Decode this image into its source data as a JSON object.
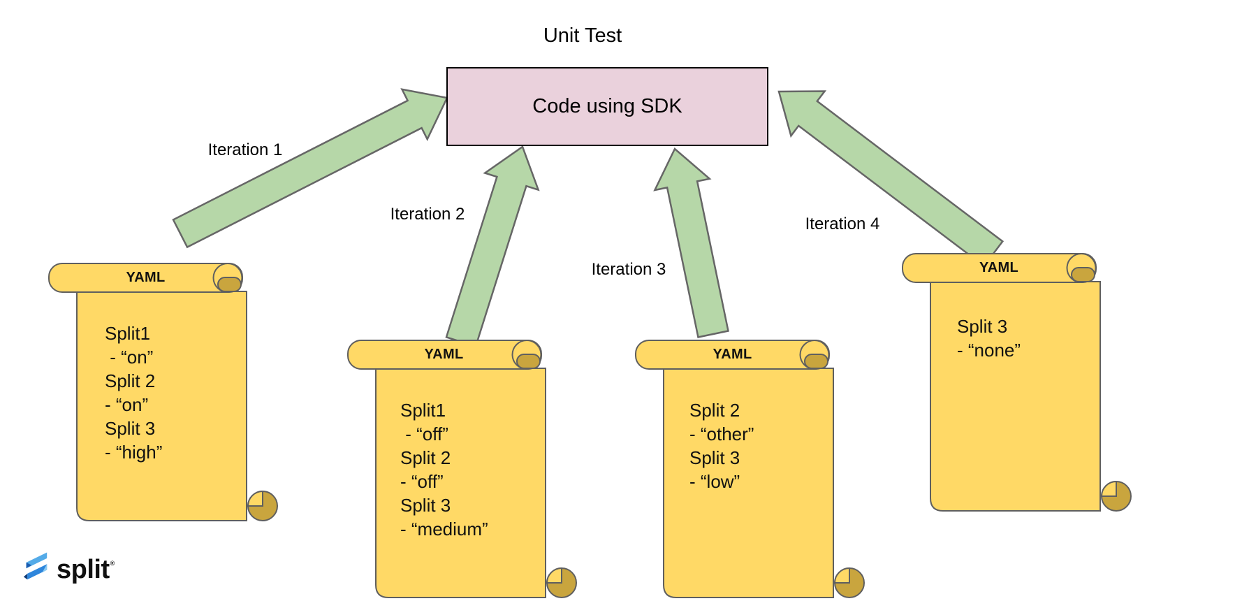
{
  "title": "Unit Test",
  "box": {
    "label": "Code using SDK"
  },
  "iterations": [
    {
      "label": "Iteration 1"
    },
    {
      "label": "Iteration 2"
    },
    {
      "label": "Iteration 3"
    },
    {
      "label": "Iteration 4"
    }
  ],
  "scrolls": [
    {
      "header": "YAML",
      "lines": [
        "Split1",
        " - “on”",
        "Split 2",
        "- “on”",
        "Split 3",
        "- “high”"
      ]
    },
    {
      "header": "YAML",
      "lines": [
        "Split1",
        " - “off”",
        "Split 2",
        "- “off”",
        "Split 3",
        "- “medium”"
      ]
    },
    {
      "header": "YAML",
      "lines": [
        "Split 2",
        "- “other”",
        "Split 3",
        "- “low”"
      ]
    },
    {
      "header": "YAML",
      "lines": [
        "Split 3",
        "- “none”"
      ]
    }
  ],
  "logo": {
    "text": "split",
    "registered_mark": "®"
  },
  "colors": {
    "scroll_fill": "#FFD966",
    "scroll_roll_dark": "#C9A53E",
    "scroll_stroke": "#5F5F5F",
    "arrow_fill": "#B6D7A8",
    "arrow_stroke": "#666666",
    "box_fill": "#EAD1DC",
    "box_border": "#000000",
    "logo_light_blue": "#54ABE8",
    "logo_mid_blue": "#2E86DC",
    "logo_dark_blue": "#1A5CB0",
    "text": "#1a1a1a"
  }
}
